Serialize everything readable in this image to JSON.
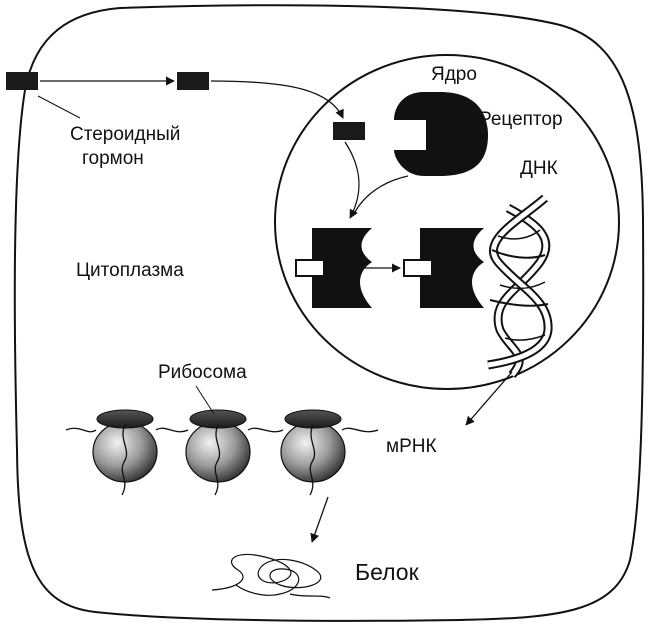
{
  "labels": {
    "hormone_line1": "Стероидный",
    "hormone_line2": "гормон",
    "nucleus": "Ядро",
    "receptor": "Рецептор",
    "dna": "ДНК",
    "cytoplasm": "Цитоплазма",
    "ribosome": "Рибосома",
    "mrna": "мРНК",
    "protein": "Белок"
  },
  "colors": {
    "ink": "#111111",
    "hormone": "#1a1a1a",
    "ribosome_light": "#d9d9d9",
    "ribosome_dark": "#3a3a3a"
  }
}
